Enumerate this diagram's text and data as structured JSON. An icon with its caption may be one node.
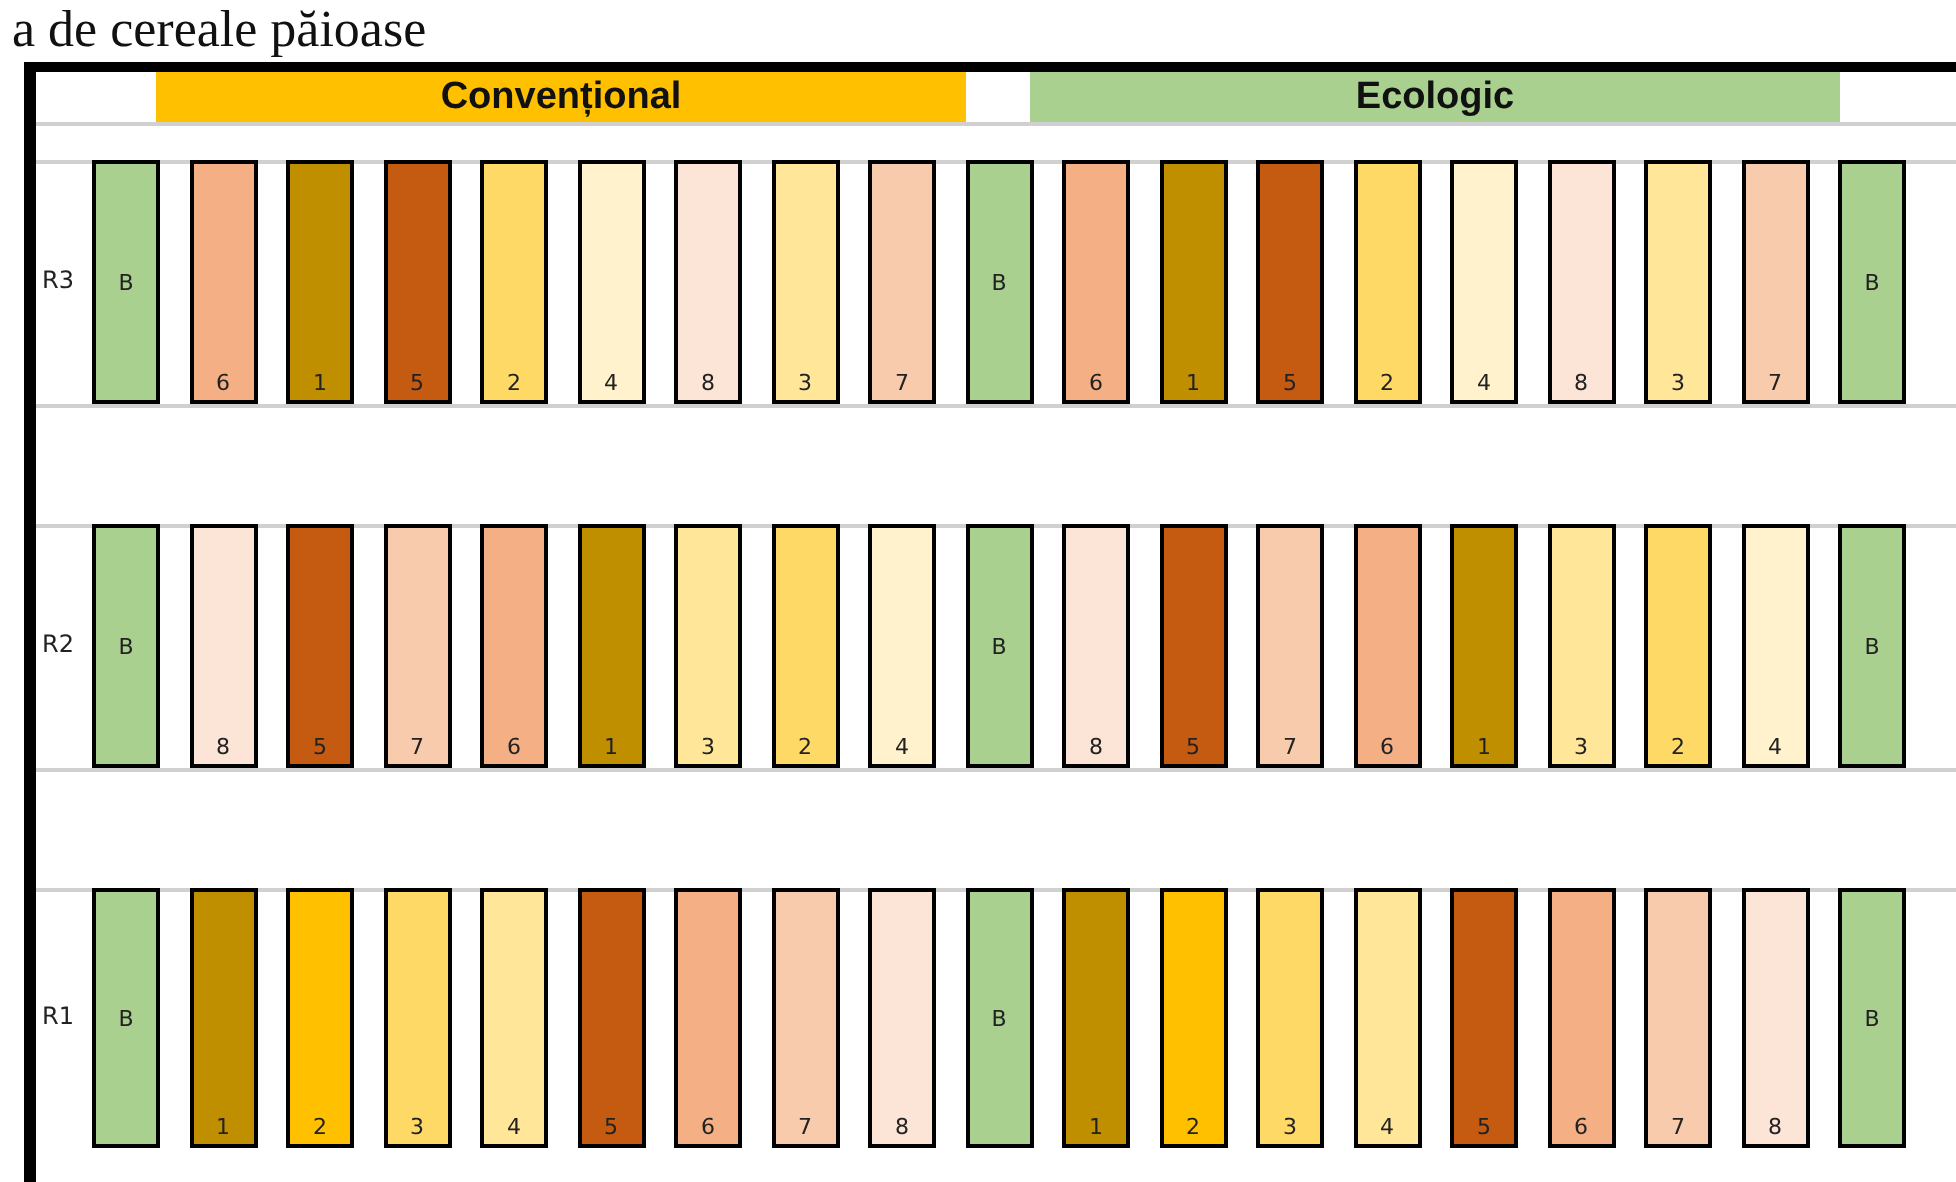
{
  "diagram": {
    "title": "a de cereale păioase",
    "nodes": [
      {
        "text": [
          "Convențional"
        ]
      },
      {
        "text": [
          "Ecologic"
        ]
      },
      {
        "text": [
          "B"
        ]
      },
      {
        "text": [
          "6"
        ]
      },
      {
        "text": [
          "1"
        ]
      },
      {
        "text": [
          "5"
        ]
      },
      {
        "text": [
          "2"
        ]
      },
      {
        "text": [
          "4"
        ]
      },
      {
        "text": [
          "8"
        ]
      },
      {
        "text": [
          "3"
        ]
      },
      {
        "text": [
          "7"
        ]
      },
      {
        "text": [
          "B"
        ]
      },
      {
        "text": [
          "6"
        ]
      },
      {
        "text": [
          "1"
        ]
      },
      {
        "text": [
          "5"
        ]
      },
      {
        "text": [
          "2"
        ]
      },
      {
        "text": [
          "4"
        ]
      },
      {
        "text": [
          "8"
        ]
      },
      {
        "text": [
          "3"
        ]
      },
      {
        "text": [
          "7"
        ]
      },
      {
        "text": [
          "B"
        ]
      },
      {
        "text": [
          "B"
        ]
      },
      {
        "text": [
          "8"
        ]
      },
      {
        "text": [
          "5"
        ]
      },
      {
        "text": [
          "7"
        ]
      },
      {
        "text": [
          "6"
        ]
      },
      {
        "text": [
          "1"
        ]
      },
      {
        "text": [
          "3"
        ]
      },
      {
        "text": [
          "2"
        ]
      },
      {
        "text": [
          "4"
        ]
      },
      {
        "text": [
          "B"
        ]
      },
      {
        "text": [
          "8"
        ]
      },
      {
        "text": [
          "5"
        ]
      },
      {
        "text": [
          "7"
        ]
      },
      {
        "text": [
          "6"
        ]
      },
      {
        "text": [
          "1"
        ]
      },
      {
        "text": [
          "3"
        ]
      },
      {
        "text": [
          "2"
        ]
      },
      {
        "text": [
          "4"
        ]
      },
      {
        "text": [
          "B"
        ]
      },
      {
        "text": [
          "B"
        ]
      },
      {
        "text": [
          "1"
        ]
      },
      {
        "text": [
          "2"
        ]
      },
      {
        "text": [
          "3"
        ]
      },
      {
        "text": [
          "4"
        ]
      },
      {
        "text": [
          "5"
        ]
      },
      {
        "text": [
          "6"
        ]
      },
      {
        "text": [
          "7"
        ]
      },
      {
        "text": [
          "8"
        ]
      },
      {
        "text": [
          "B"
        ]
      },
      {
        "text": [
          "1"
        ]
      },
      {
        "text": [
          "2"
        ]
      },
      {
        "text": [
          "3"
        ]
      },
      {
        "text": [
          "4"
        ]
      },
      {
        "text": [
          "5"
        ]
      },
      {
        "text": [
          "6"
        ]
      },
      {
        "text": [
          "7"
        ]
      },
      {
        "text": [
          "8"
        ]
      },
      {
        "text": [
          "B"
        ]
      }
    ],
    "labels": [
      "R3",
      "R2",
      "R1"
    ]
  }
}
